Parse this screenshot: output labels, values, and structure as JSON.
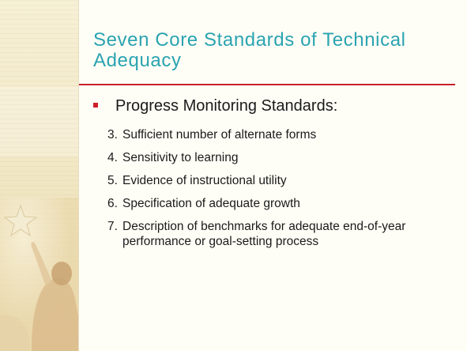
{
  "slide": {
    "title": "Seven Core Standards of Technical Adequacy",
    "heading": "Progress Monitoring Standards:",
    "items": [
      {
        "number": "3.",
        "text": "Sufficient number of alternate forms"
      },
      {
        "number": "4.",
        "text": "Sensitivity to learning"
      },
      {
        "number": "5.",
        "text": "Evidence of instructional utility"
      },
      {
        "number": "6.",
        "text": "Specification of adequate growth"
      },
      {
        "number": "7.",
        "text": "Description of benchmarks for adequate end-of-year performance or goal-setting process"
      }
    ]
  },
  "colors": {
    "title": "#2aa3b1",
    "rule": "#c8202a",
    "bullet": "#d01f2a",
    "sidebar": "#f2e8c6"
  },
  "icons": {
    "bullet": "square-bullet-icon",
    "sidebar_art": "star-icon"
  }
}
